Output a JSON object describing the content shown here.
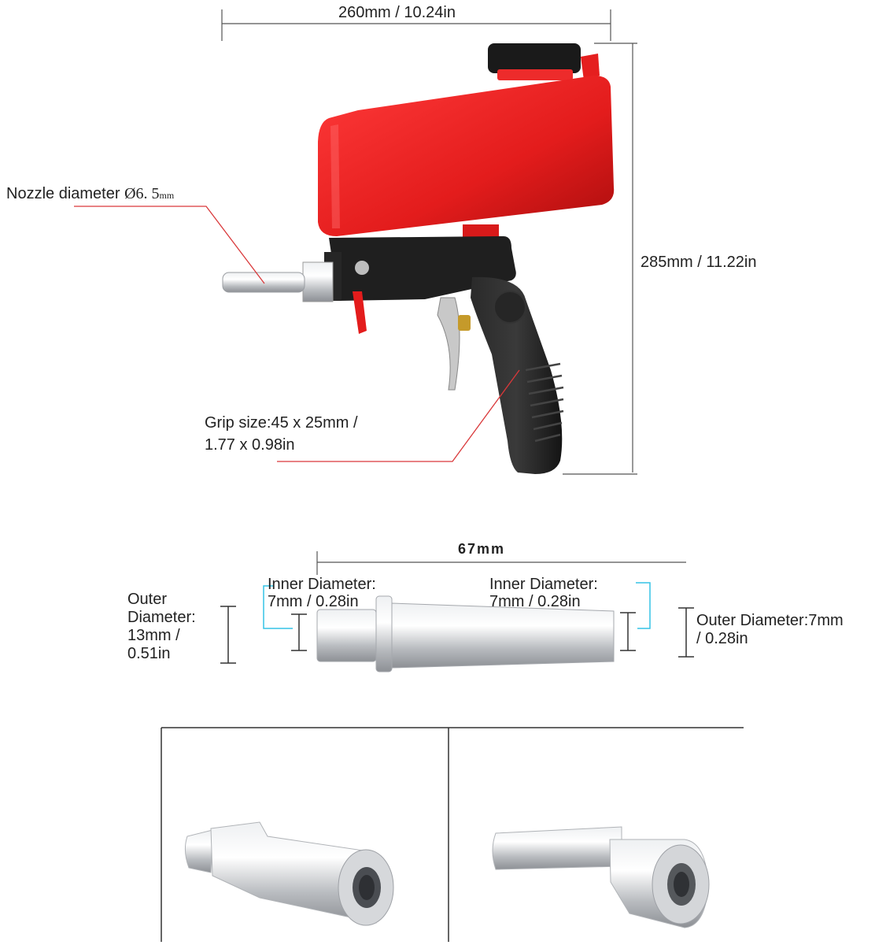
{
  "dimensions": {
    "width": "260mm / 10.24in",
    "height": "285mm / 11.22in"
  },
  "nozzle": {
    "label": "Nozzle diameter",
    "symbol": "Ø6. 5",
    "unit": "mm"
  },
  "grip": {
    "line1": "Grip size:45 x 25mm /",
    "line2": "1.77 x 0.98in"
  },
  "tube": {
    "length": "67mm",
    "outer_left": {
      "line1": "Outer",
      "line2": "Diameter:",
      "line3": "13mm /",
      "line4": "0.51in"
    },
    "inner_left": {
      "line1": "Inner Diameter:",
      "line2": "7mm / 0.28in"
    },
    "inner_right": {
      "line1": "Inner Diameter:",
      "line2": "7mm / 0.28in"
    },
    "outer_right": {
      "line1": "Outer Diameter:7mm",
      "line2": "/ 0.28in"
    }
  },
  "colors": {
    "body_red": "#e41f1f",
    "handle_black": "#1e1e1e",
    "metal_silver": "#c9ccd0",
    "leader_red": "#d9383a",
    "bracket_cyan": "#35c3e6"
  }
}
